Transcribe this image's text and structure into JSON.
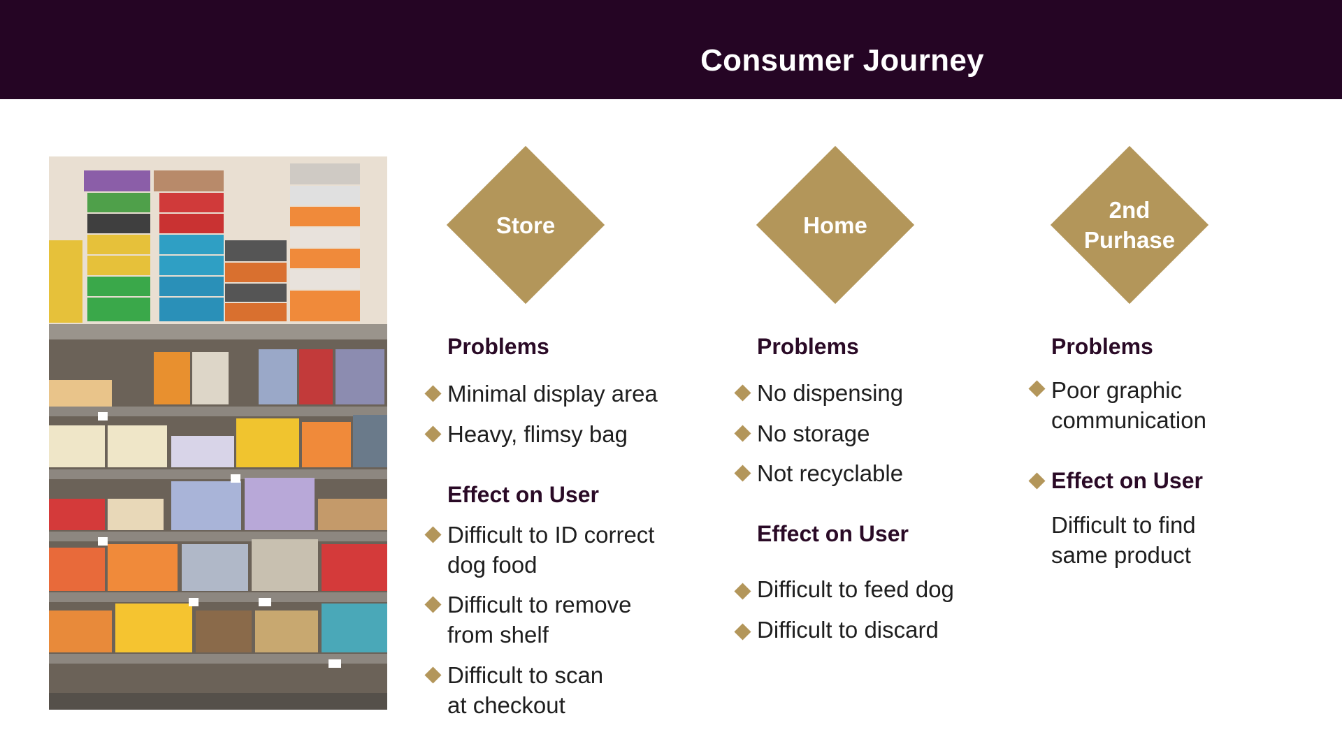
{
  "header": {
    "title": "Consumer Journey"
  },
  "photo": {
    "alt": "pet food bags on store shelves"
  },
  "columns": [
    {
      "stage": "Store",
      "problems_heading": "Problems",
      "problems": [
        "Minimal display area",
        "Heavy, flimsy bag"
      ],
      "effect_heading": "Effect on User",
      "effects": [
        [
          "Difficult to ID correct",
          "dog food"
        ],
        [
          "Difficult to remove",
          "from shelf"
        ],
        [
          "Difficult to scan",
          "at checkout"
        ]
      ]
    },
    {
      "stage": "Home",
      "problems_heading": "Problems",
      "problems": [
        "No dispensing",
        "No storage",
        "Not recyclable"
      ],
      "effect_heading": "Effect on User",
      "effects": [
        "Difficult to feed dog",
        "Difficult to discard"
      ]
    },
    {
      "stage_lines": [
        "2nd",
        "Purhase"
      ],
      "problems_heading": "Problems",
      "problems": [
        [
          "Poor graphic",
          "communication"
        ]
      ],
      "effect_heading": "Effect on User",
      "effect_text": [
        "Difficult to find",
        "same product"
      ]
    }
  ],
  "colors": {
    "header": "#250524",
    "accent": "#b3965a",
    "heading": "#2a0a26"
  }
}
